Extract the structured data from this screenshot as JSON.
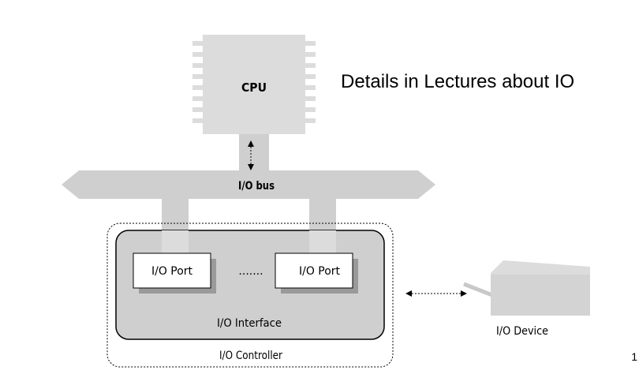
{
  "heading": "Details in Lectures about IO",
  "page_number": "1",
  "labels": {
    "cpu": "CPU",
    "io_bus": "I/O bus",
    "port_left": "I/O Port",
    "port_right": "I/O Port",
    "ellipsis": ".......",
    "io_interface": "I/O Interface",
    "io_controller": "I/O Controller",
    "io_device": "I/O Device"
  },
  "colors": {
    "component_fill": "#dcdcdc",
    "component_dark": "#c8c8c8",
    "interface_fill": "#cfcfcf",
    "shadow": "#9a9a9a",
    "port_fill": "#ffffff",
    "text": "#000000"
  }
}
